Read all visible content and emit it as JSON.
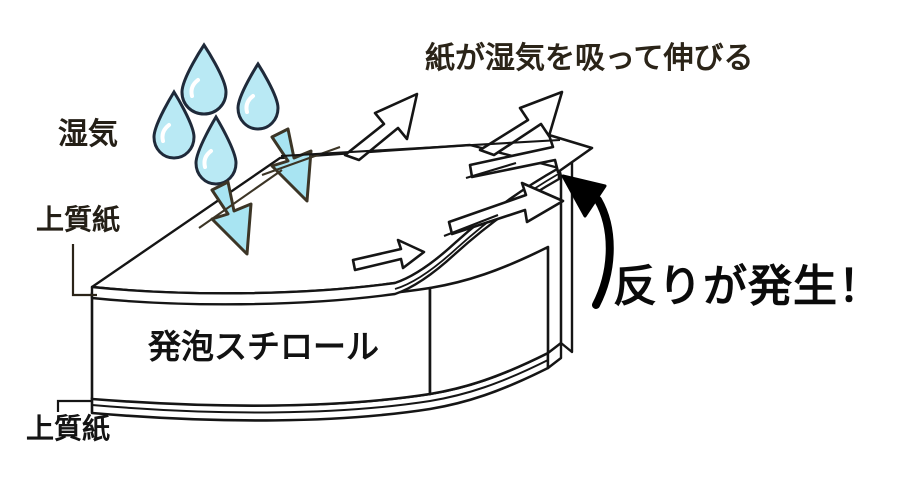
{
  "diagram": {
    "title": "warping-of-paper-faced-styrofoam-board",
    "background_color": "#ffffff",
    "labels": {
      "moisture": "湿気",
      "paper_top": "上質紙",
      "paper_bottom": "上質紙",
      "foam_core": "発泡スチロール",
      "paper_stretches": "紙が湿気を吸って伸びる",
      "warping_occurs": "反りが発生！"
    },
    "colors": {
      "droplet_fill": "#b9e9f4",
      "droplet_stroke": "#1f2a3a",
      "droplet_highlight": "#ffffff",
      "moisture_arrow_fill": "#a8e4f2",
      "moisture_arrow_stroke": "#3c3526",
      "line_stroke": "#1a1a1a",
      "label_text": "#1a1a1a",
      "curved_arrow_fill": "#000000"
    },
    "elements": {
      "droplet_count": 5,
      "moisture_arrow_count": 2,
      "stretch_arrow_count": 5,
      "curved_arrow": "solid-black-curved-up-arrow",
      "layers": [
        "上質紙",
        "発泡スチロール",
        "上質紙"
      ]
    }
  }
}
